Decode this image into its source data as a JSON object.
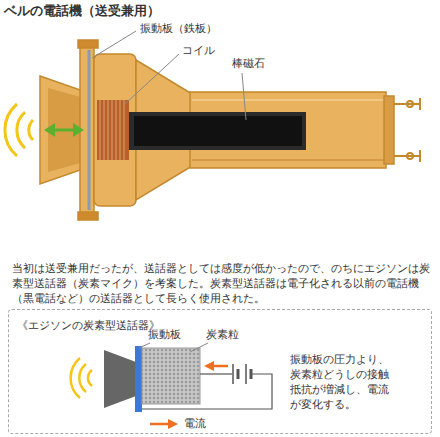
{
  "diagram": {
    "title": "ベルの電話機（送受兼用）",
    "nodes": [
      {
        "text": [
          "《エジソンの炭素型送話器》"
        ]
      }
    ],
    "labels": [
      "振動板（鉄板）",
      "コイル",
      "棒磁石",
      "当初は送受兼用だったが、送話器としては感度が低かったので、のちにエジソンは炭素型送話器（炭素マイク）を考案した。炭素型送話器は電子化される以前の電話機（黒電話など）の送話器として長らく使用された。",
      "振動板",
      "炭素粒",
      "振動板の圧力より、炭素粒どうしの接触抵抗が増減し、電流が変化する。",
      "電流"
    ]
  }
}
